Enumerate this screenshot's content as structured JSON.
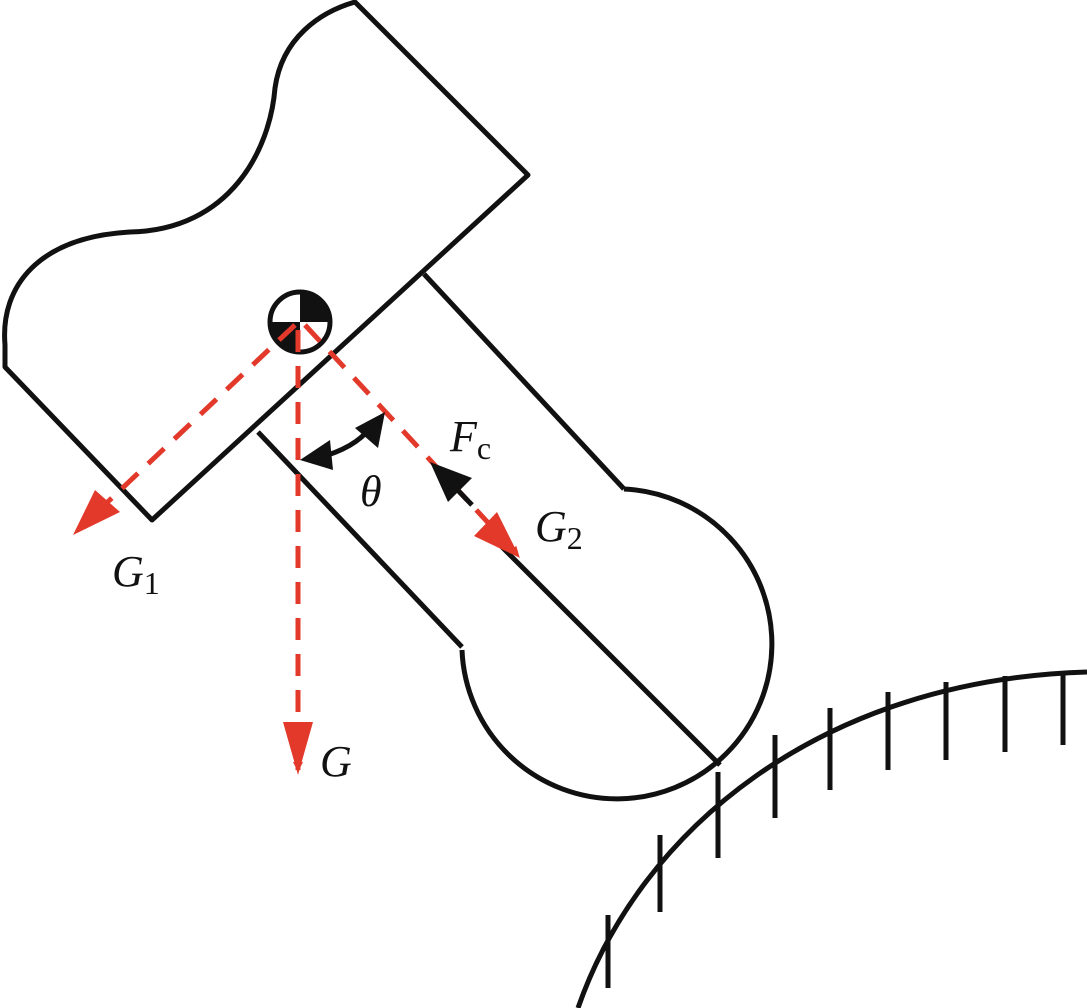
{
  "labels": {
    "G": "G",
    "G1_main": "G",
    "G1_sub": "1",
    "G2_main": "G",
    "G2_sub": "2",
    "Fc_main": "F",
    "Fc_sub": "c",
    "theta": "θ"
  },
  "colors": {
    "force": "#e2392b",
    "outline": "#111111"
  }
}
